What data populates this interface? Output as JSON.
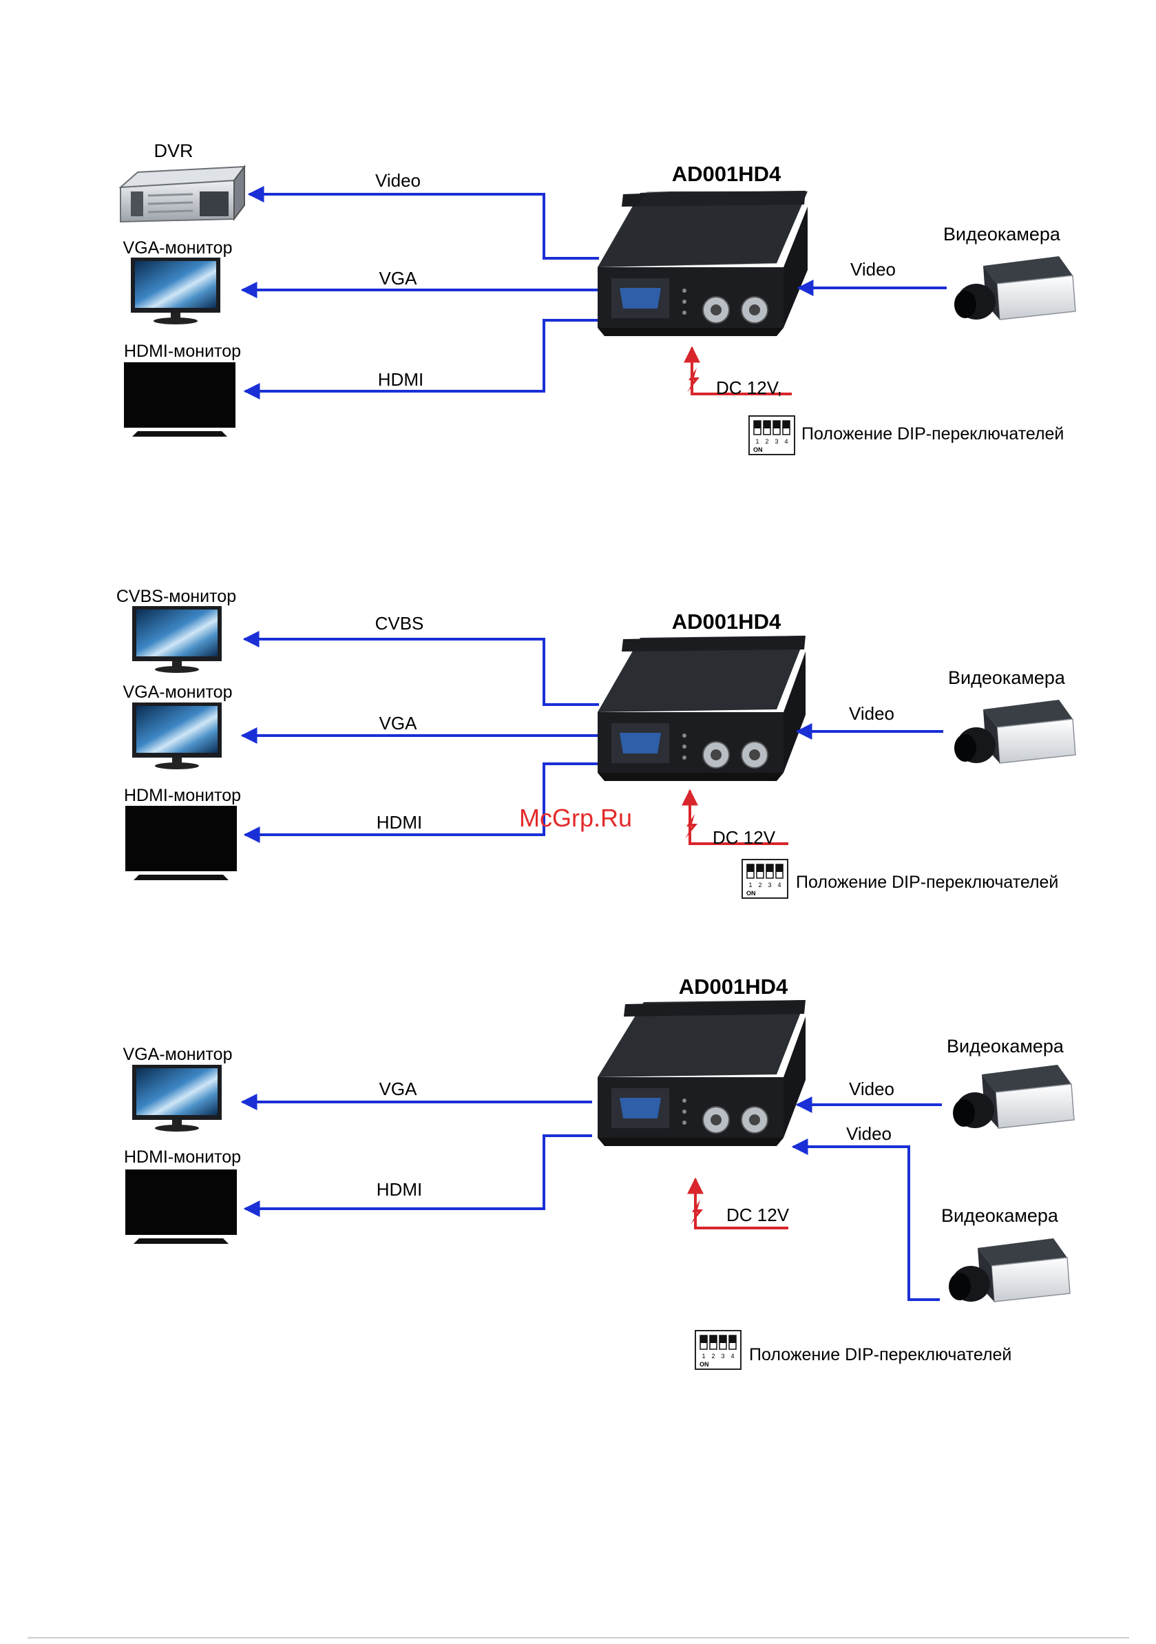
{
  "diagrams": [
    {
      "title": "AD001HD4",
      "outputs": [
        {
          "device": "DVR",
          "signal": "Video",
          "type": "dvr"
        },
        {
          "device": "VGA-монитор",
          "signal": "VGA",
          "type": "monitor"
        },
        {
          "device": "HDMI-монитор",
          "signal": "HDMI",
          "type": "black"
        }
      ],
      "inputs": [
        {
          "device": "Видеокамера",
          "signal": "Video"
        }
      ],
      "power": "DC 12V,",
      "dip_caption": "Положение DIP-переключателей",
      "dip_numbers": [
        "1",
        "2",
        "3",
        "4"
      ],
      "dip_on": "ON"
    },
    {
      "title": "AD001HD4",
      "outputs": [
        {
          "device": "CVBS-монитор",
          "signal": "CVBS",
          "type": "monitor"
        },
        {
          "device": "VGA-монитор",
          "signal": "VGA",
          "type": "monitor"
        },
        {
          "device": "HDMI-монитор",
          "signal": "HDMI",
          "type": "black"
        }
      ],
      "inputs": [
        {
          "device": "Видеокамера",
          "signal": "Video"
        }
      ],
      "power": "DC 12V",
      "dip_caption": "Положение DIP-переключателей",
      "dip_numbers": [
        "1",
        "2",
        "3",
        "4"
      ],
      "dip_on": "ON"
    },
    {
      "title": "AD001HD4",
      "outputs": [
        {
          "device": "VGA-монитор",
          "signal": "VGA",
          "type": "monitor"
        },
        {
          "device": "HDMI-монитор",
          "signal": "HDMI",
          "type": "black"
        }
      ],
      "inputs": [
        {
          "device": "Видеокамера",
          "signal": "Video"
        },
        {
          "device": "Видеокамера",
          "signal": "Video"
        }
      ],
      "power": "DC 12V",
      "dip_caption": "Положение DIP-переключателей",
      "dip_numbers": [
        "1",
        "2",
        "3",
        "4"
      ],
      "dip_on": "ON"
    }
  ],
  "watermark": "McGrp.Ru",
  "colors": {
    "signal_line": "#1a2fd6",
    "power_line": "#d8262c",
    "watermark": "#e32a2a",
    "device_body": "#1c1e22"
  }
}
